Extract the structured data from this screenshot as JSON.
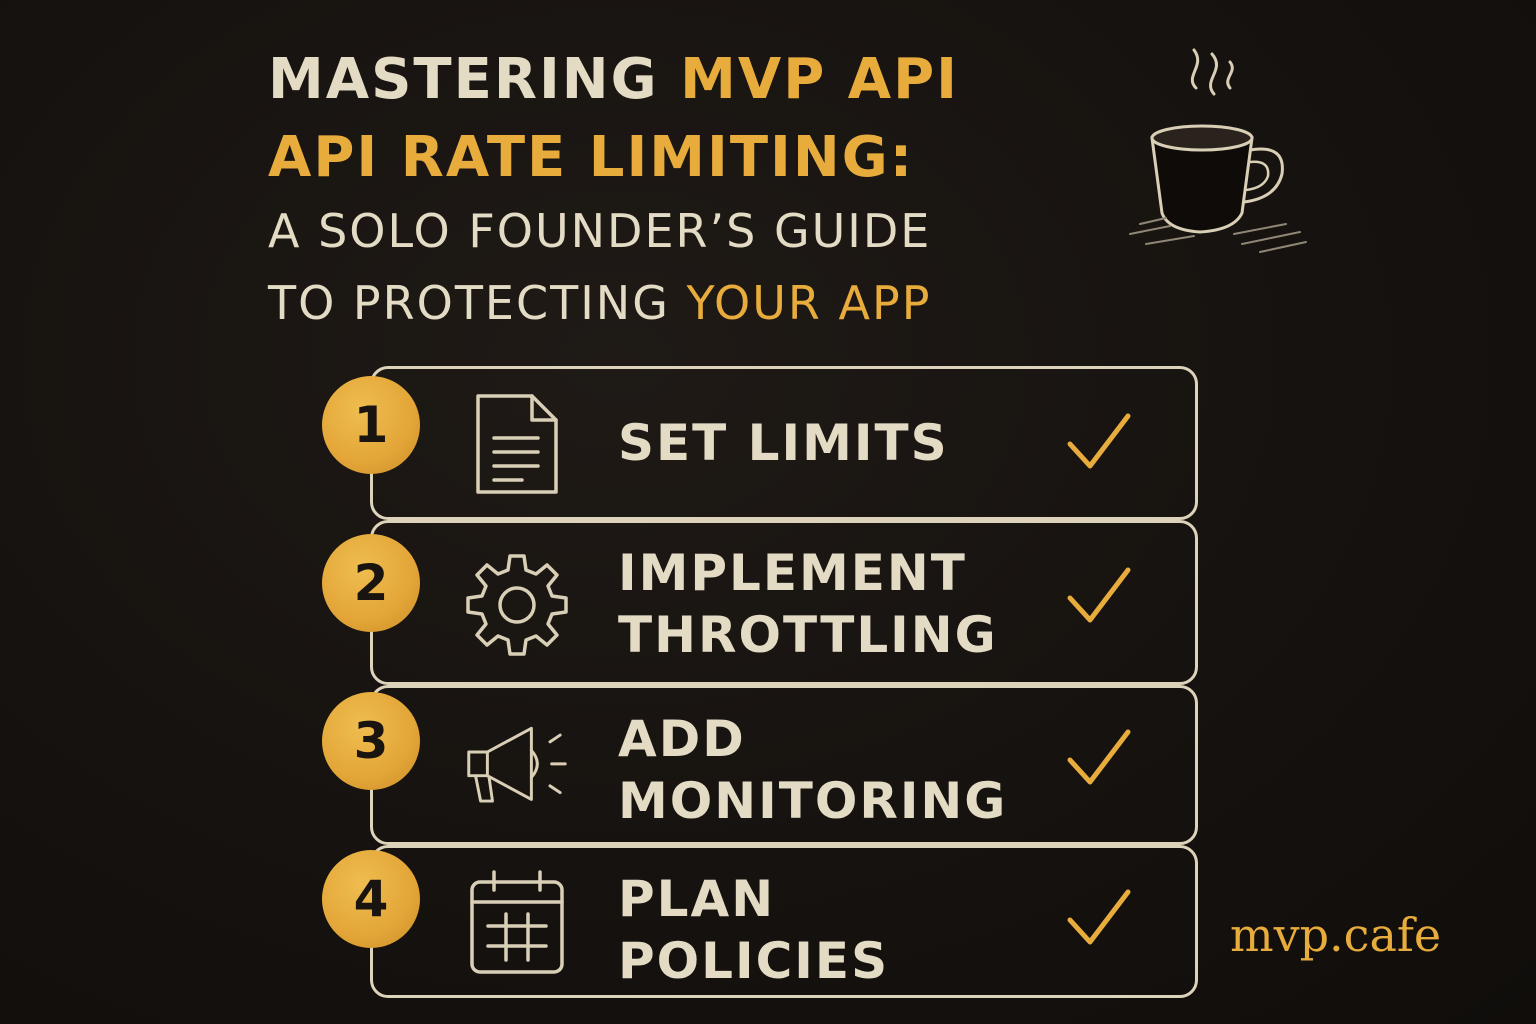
{
  "title": {
    "line1_a": "MASTERING ",
    "line1_b": "MVP API",
    "line2": "API RATE LIMITING:",
    "line3": "A SOLO FOUNDER’S GUIDE",
    "line4_a": "TO PROTECTING ",
    "line4_b": "YOUR APP"
  },
  "steps": [
    {
      "number": "1",
      "label_1": "SET LIMITS",
      "label_2": "",
      "icon": "document-icon"
    },
    {
      "number": "2",
      "label_1": "IMPLEMENT",
      "label_2": "THROTTLING",
      "icon": "gear-icon"
    },
    {
      "number": "3",
      "label_1": "ADD",
      "label_2": "MONITORING",
      "icon": "megaphone-icon"
    },
    {
      "number": "4",
      "label_1": "PLAN",
      "label_2": "POLICIES",
      "icon": "calendar-icon"
    }
  ],
  "brand": "mvp.cafe",
  "colors": {
    "background": "#16120f",
    "accent_gold": "#e8ac3c",
    "cream": "#e4dbc5"
  }
}
